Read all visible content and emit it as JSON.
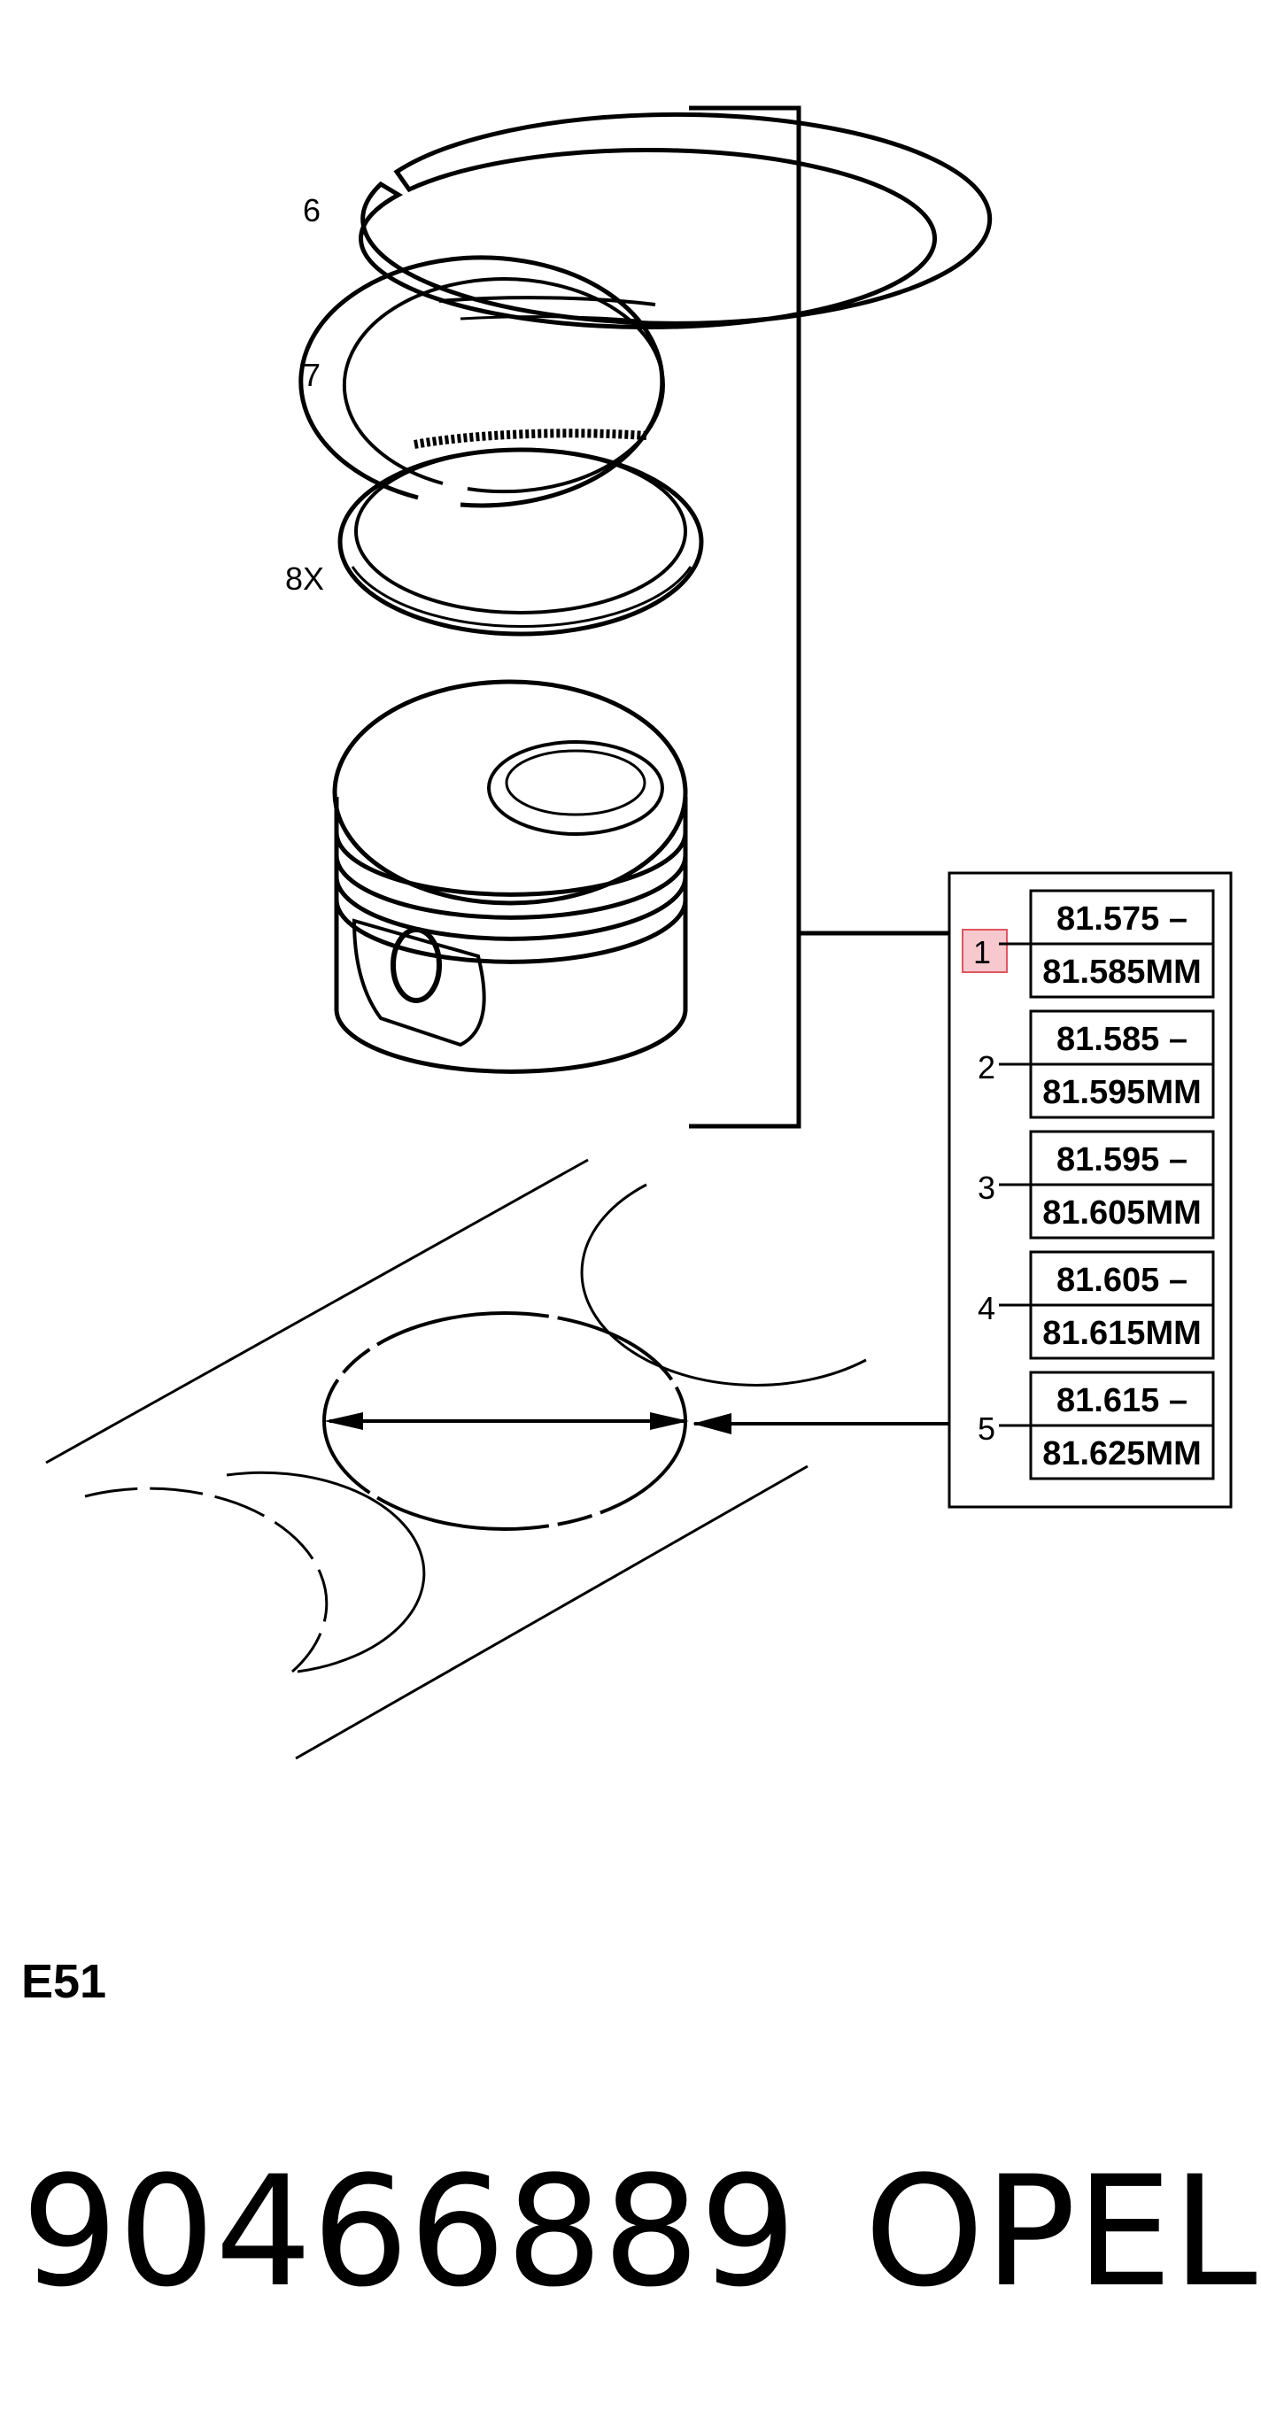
{
  "callouts": {
    "ring_top": "6",
    "ring_second": "7",
    "ring_oil": "8X"
  },
  "grades": [
    {
      "index": "1",
      "upper": "81.575 –",
      "lower": "81.585MM",
      "highlighted": true
    },
    {
      "index": "2",
      "upper": "81.585 –",
      "lower": "81.595MM",
      "highlighted": false
    },
    {
      "index": "3",
      "upper": "81.595 –",
      "lower": "81.605MM",
      "highlighted": false
    },
    {
      "index": "4",
      "upper": "81.605 –",
      "lower": "81.615MM",
      "highlighted": false
    },
    {
      "index": "5",
      "upper": "81.615 –",
      "lower": "81.625MM",
      "highlighted": false
    }
  ],
  "diagram_code": "E51",
  "part_number": "90466889",
  "brand": "OPEL",
  "colors": {
    "line": "#000000",
    "highlight_fill": "#f7c9cf",
    "highlight_stroke": "#e0555f"
  }
}
